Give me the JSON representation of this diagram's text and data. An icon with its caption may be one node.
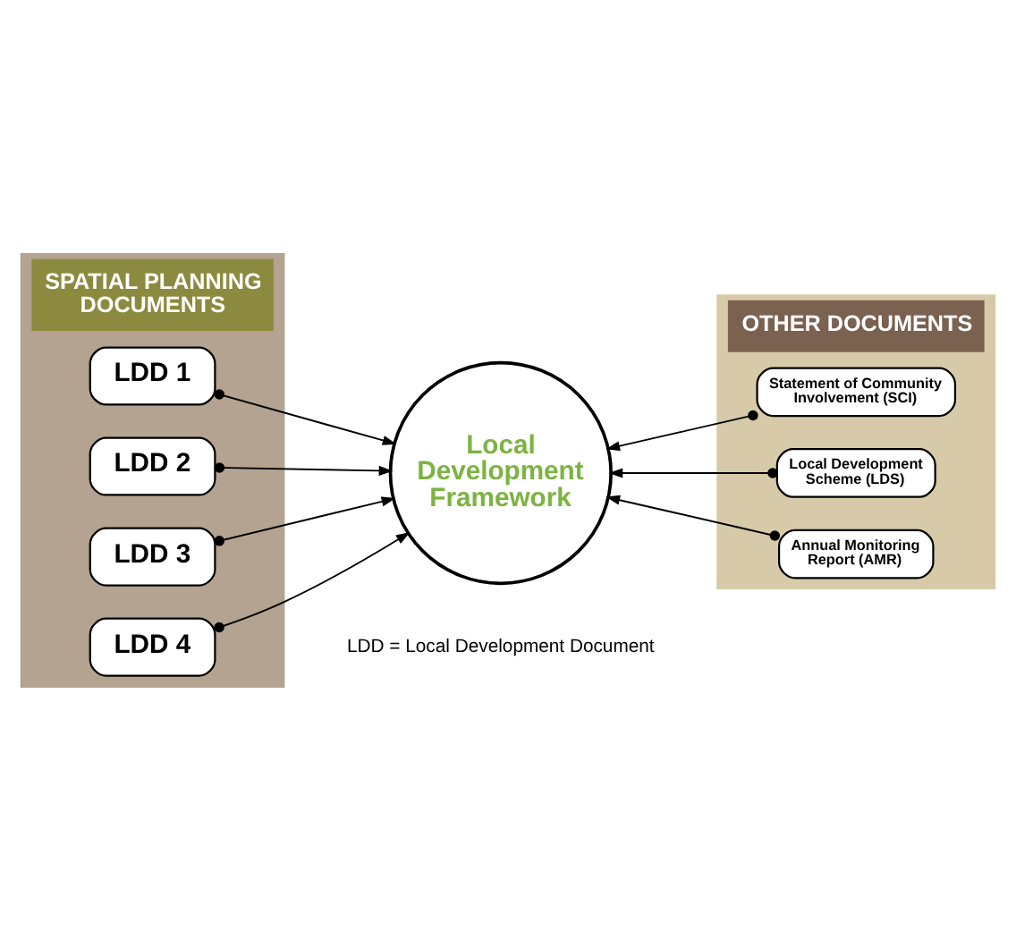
{
  "diagram": {
    "nodes": [
      {
        "text": [
          "SPATIAL PLANNING DOCUMENTS"
        ]
      },
      {
        "text": [
          "OTHER DOCUMENTS"
        ]
      },
      {
        "text": [
          "LDD 1"
        ],
        "in": 0
      },
      {
        "text": [
          "LDD 2"
        ],
        "in": 0
      },
      {
        "text": [
          "LDD 3"
        ],
        "in": 0
      },
      {
        "text": [
          "LDD 4"
        ],
        "in": 0
      },
      {
        "text": [
          "Local Development Framework"
        ]
      },
      {
        "text": [
          "Statement of Community Involvement (SCI)"
        ],
        "in": 1
      },
      {
        "text": [
          "Local Development Scheme (LDS)"
        ],
        "in": 1
      },
      {
        "text": [
          "Annual Monitoring Report (AMR)"
        ],
        "in": 1
      }
    ],
    "edges": [
      {
        "from": 2,
        "to": 6,
        "arrow": "to"
      },
      {
        "from": 3,
        "to": 6,
        "arrow": "to"
      },
      {
        "from": 4,
        "to": 6,
        "arrow": "to"
      },
      {
        "from": 5,
        "to": 6,
        "arrow": "to"
      },
      {
        "from": 7,
        "to": 6,
        "arrow": "to"
      },
      {
        "from": 8,
        "to": 6,
        "arrow": "to"
      },
      {
        "from": 9,
        "to": 6,
        "arrow": "to"
      }
    ],
    "labels": [
      "LDD = Local Development Document"
    ]
  }
}
